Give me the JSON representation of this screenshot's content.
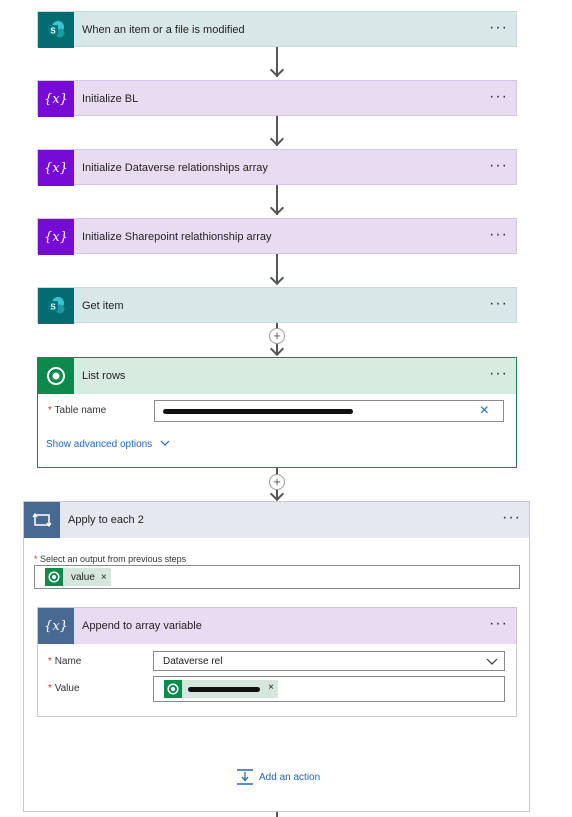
{
  "steps": {
    "trigger": {
      "title": "When an item or a file is modified",
      "menu": "···"
    },
    "init_bl": {
      "title": "Initialize BL",
      "menu": "···"
    },
    "init_dv": {
      "title": "Initialize Dataverse relationships array",
      "menu": "···"
    },
    "init_sp": {
      "title": "Initialize Sharepoint relathionship array",
      "menu": "···"
    },
    "get_item": {
      "title": "Get item",
      "menu": "···"
    },
    "list_rows": {
      "title": "List rows",
      "menu": "···",
      "table_label": "Table name",
      "advanced": "Show advanced options"
    },
    "apply": {
      "title": "Apply to each 2",
      "menu": "···",
      "select_label": "Select an output from previous steps",
      "token": "value"
    },
    "append": {
      "title": "Append to array variable",
      "menu": "···",
      "name_label": "Name",
      "name_value": "Dataverse rel",
      "value_label": "Value"
    }
  },
  "add_action": "Add an action",
  "required_mark": "*",
  "plus": "+",
  "close": "×",
  "colors": {
    "sharepoint": "#036c70",
    "variable": "#770bd6",
    "dataverse": "#0b8a4c",
    "loop": "#486991",
    "link": "#2266bb"
  }
}
